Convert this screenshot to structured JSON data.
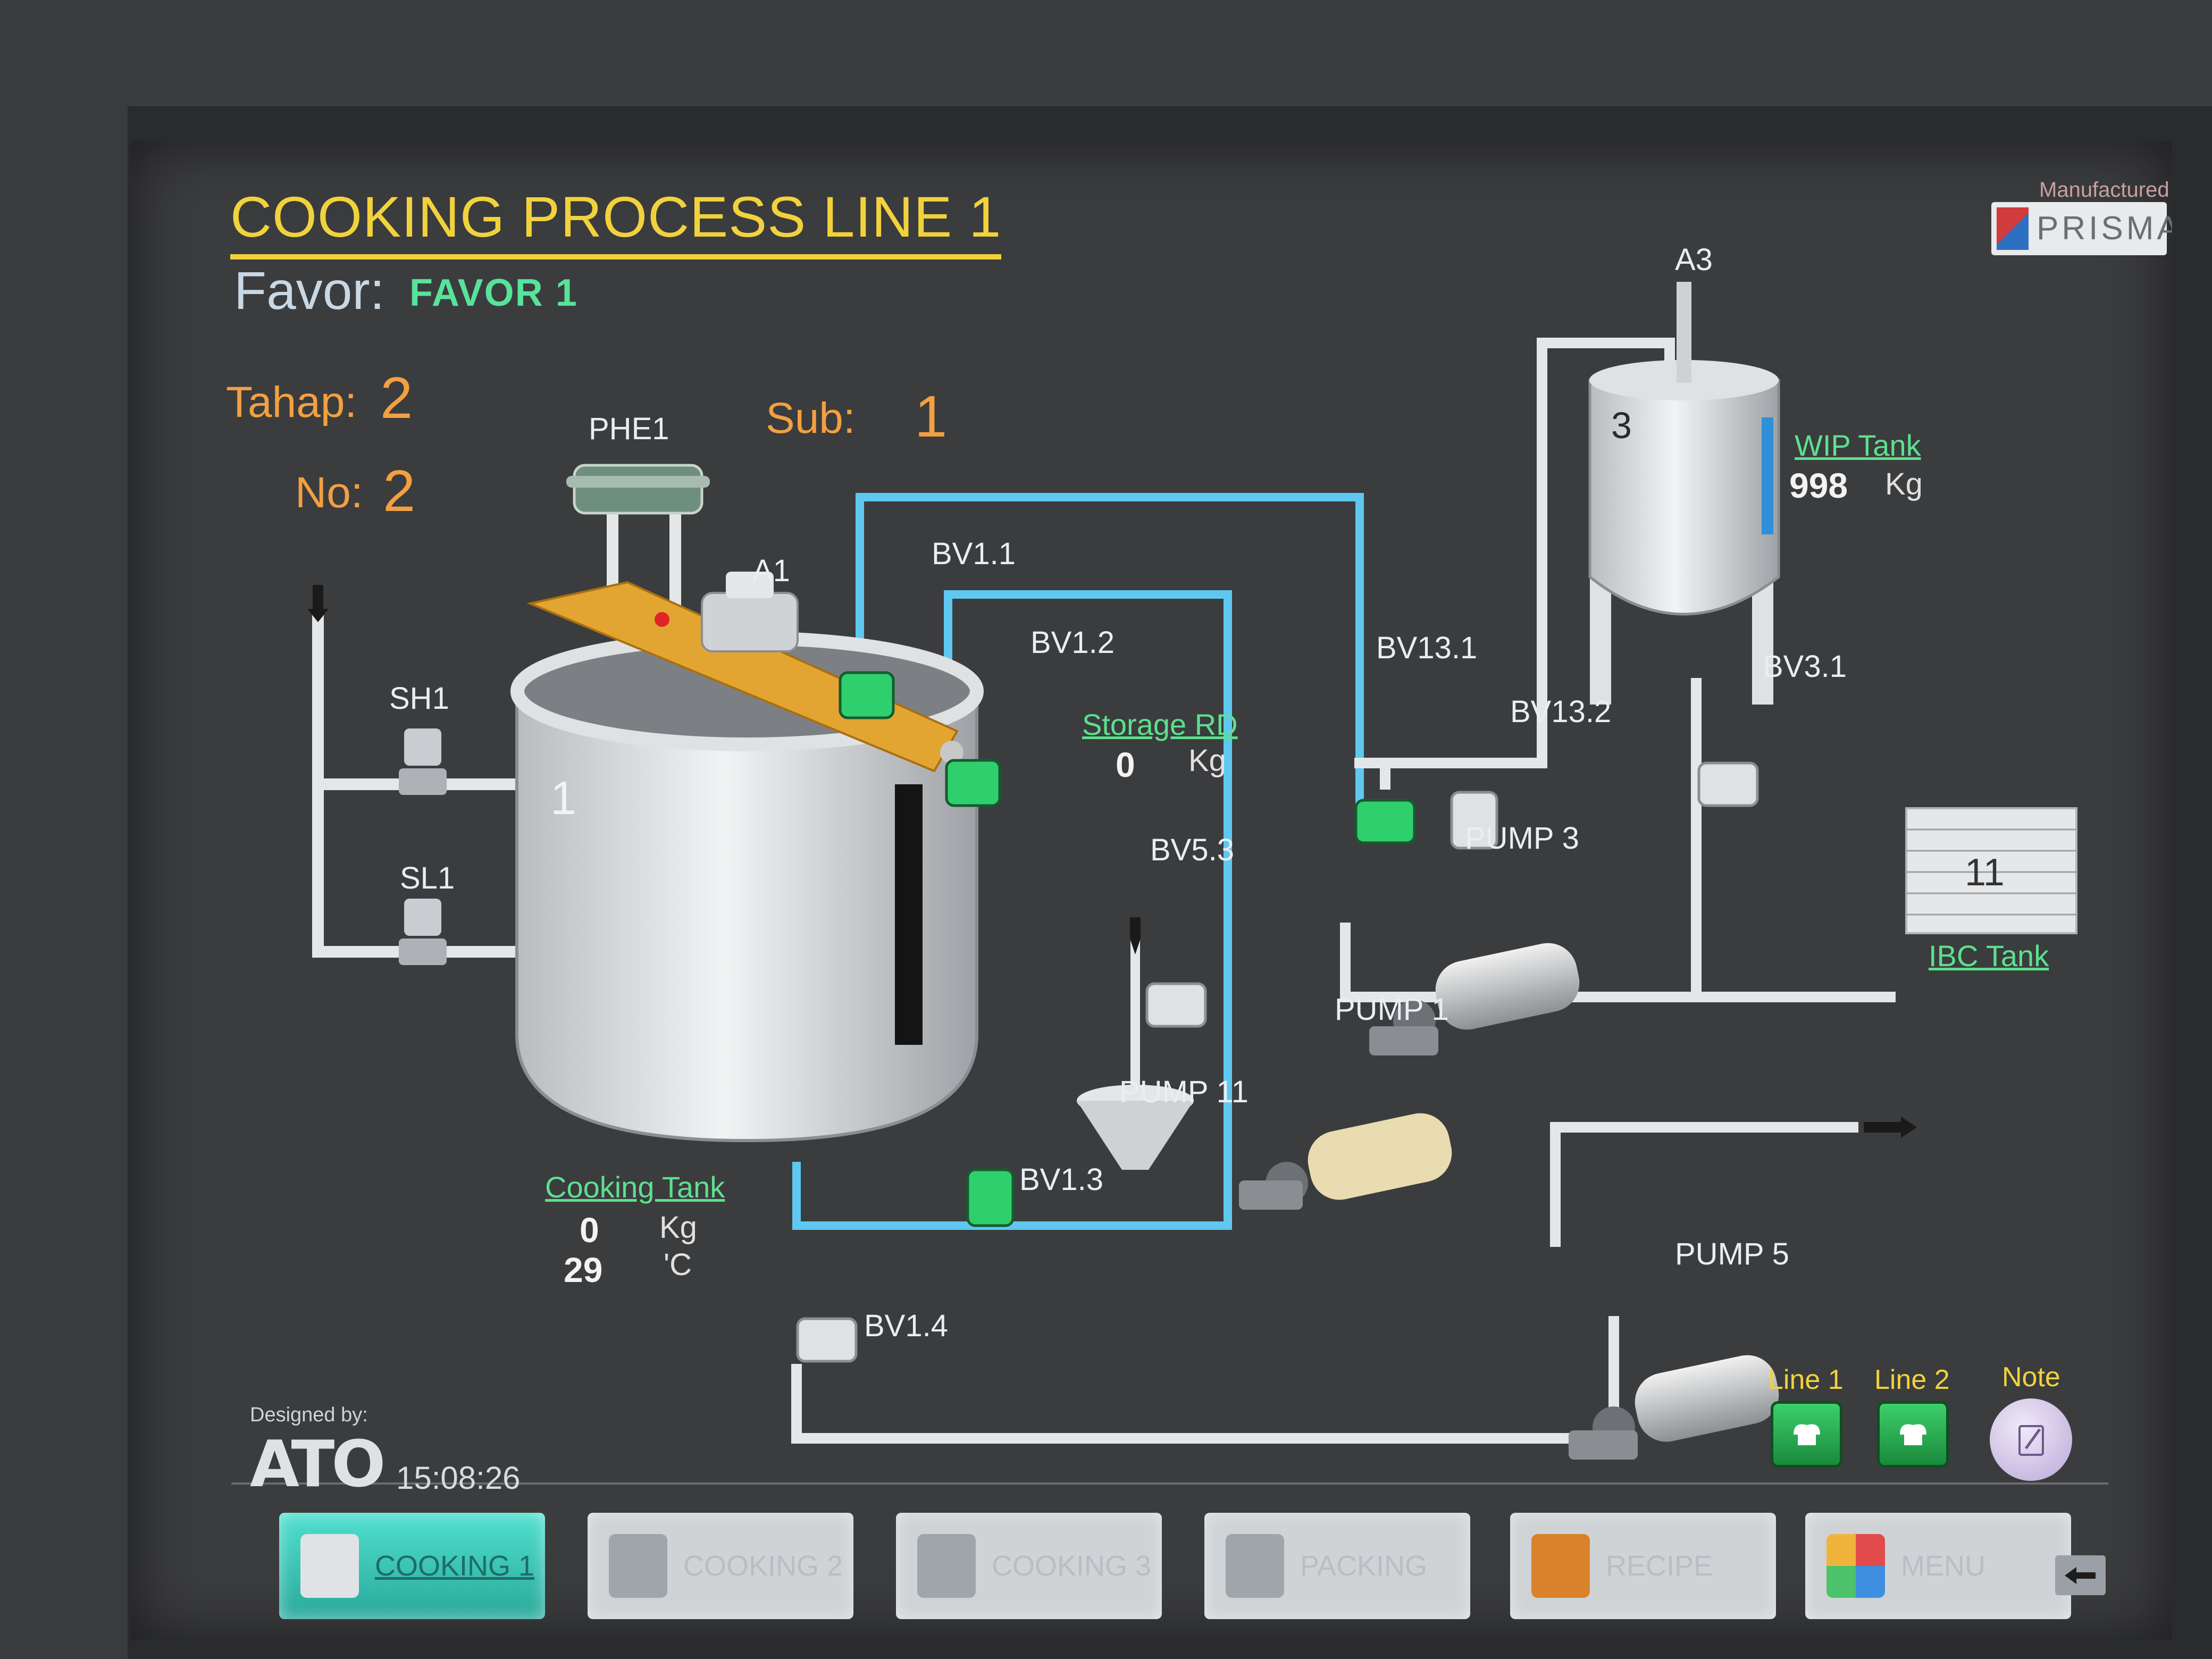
{
  "header": {
    "title": "COOKING PROCESS LINE 1",
    "favor_label": "Favor:",
    "favor_value": "FAVOR 1",
    "tahap_label": "Tahap:",
    "tahap_value": "2",
    "no_label": "No:",
    "no_value": "2",
    "sub_label": "Sub:",
    "sub_value": "1"
  },
  "brand": {
    "manufactured_by": "Manufactured by:",
    "name": "PRISMA",
    "designed_by": "Designed by:",
    "designer_logo": "ATO"
  },
  "clock": "15:08:26",
  "equipment": {
    "phe1": "PHE1",
    "a1": "A1",
    "a3": "A3",
    "sh1": "SH1",
    "sl1": "SL1",
    "bv1_1": "BV1.1",
    "bv1_2": "BV1.2",
    "bv1_3": "BV1.3",
    "bv1_4": "BV1.4",
    "bv13_1": "BV13.1",
    "bv13_2": "BV13.2",
    "bv3_1": "BV3.1",
    "bv5_3": "BV5.3",
    "pump1": "PUMP 1",
    "pump3": "PUMP 3",
    "pump5": "PUMP 5",
    "pump11": "PUMP 11"
  },
  "tanks": {
    "cooking": {
      "number": "1",
      "label": "Cooking Tank",
      "weight": "0",
      "weight_unit": "Kg",
      "temp": "29",
      "temp_unit": "'C"
    },
    "storage": {
      "label": "Storage RD",
      "weight": "0",
      "weight_unit": "Kg"
    },
    "wip": {
      "number": "3",
      "label": "WIP Tank",
      "weight": "998",
      "weight_unit": "Kg"
    },
    "ibc": {
      "number": "11",
      "label": "IBC Tank"
    }
  },
  "controls": {
    "line1": "Line 1",
    "line2": "Line 2",
    "note": "Note"
  },
  "nav": [
    {
      "label": "COOKING 1"
    },
    {
      "label": "COOKING 2"
    },
    {
      "label": "COOKING 3"
    },
    {
      "label": "PACKING"
    },
    {
      "label": "RECIPE"
    },
    {
      "label": "MENU"
    }
  ],
  "colors": {
    "title": "#f2d23c",
    "accent_green": "#57e39a",
    "pipe_blue": "#5ec8f0",
    "pipe_white": "#e8e8e8",
    "value_orange": "#f2a041",
    "valve_active": "#2fcf6e"
  }
}
